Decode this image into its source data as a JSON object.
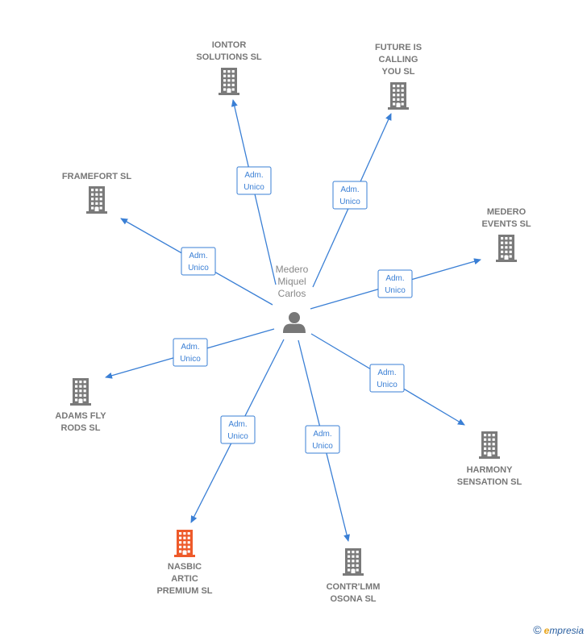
{
  "center": {
    "name_lines": [
      "Medero",
      "Miquel",
      "Carlos"
    ],
    "icon": "person-icon"
  },
  "relation_label_lines": [
    "Adm.",
    "Unico"
  ],
  "colors": {
    "edge": "#3a7fd5",
    "building": "#7a7a7a",
    "building_highlight": "#ee5a2a",
    "text": "#777777"
  },
  "companies": [
    {
      "id": "iontor",
      "name_lines": [
        "IONTOR",
        "SOLUTIONS  SL"
      ],
      "highlight": false
    },
    {
      "id": "future",
      "name_lines": [
        "FUTURE IS",
        "CALLING",
        "YOU  SL"
      ],
      "highlight": false
    },
    {
      "id": "framefort",
      "name_lines": [
        "FRAMEFORT SL"
      ],
      "highlight": false
    },
    {
      "id": "medero-events",
      "name_lines": [
        "MEDERO",
        "EVENTS  SL"
      ],
      "highlight": false
    },
    {
      "id": "adams",
      "name_lines": [
        "ADAMS FLY",
        "RODS  SL"
      ],
      "highlight": false
    },
    {
      "id": "harmony",
      "name_lines": [
        "HARMONY",
        "SENSATION  SL"
      ],
      "highlight": false
    },
    {
      "id": "nasbic",
      "name_lines": [
        "NASBIC",
        "ARTIC",
        "PREMIUM  SL"
      ],
      "highlight": true
    },
    {
      "id": "contrlmm",
      "name_lines": [
        "CONTR'LMM",
        "OSONA  SL"
      ],
      "highlight": false
    }
  ],
  "footer": {
    "copyright": "©",
    "brand_initial": "e",
    "brand_rest": "mpresia"
  }
}
